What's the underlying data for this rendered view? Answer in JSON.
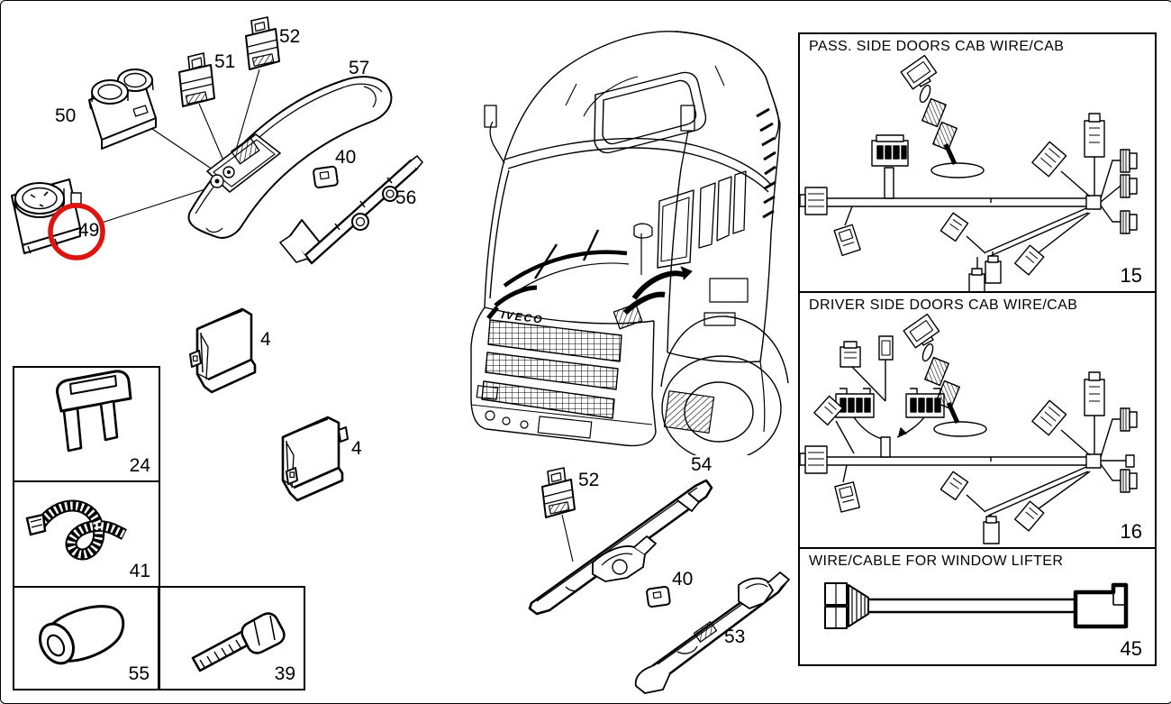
{
  "callouts": {
    "c50": "50",
    "c51": "51",
    "c52_top": "52",
    "c57": "57",
    "c40_top": "40",
    "c56": "56",
    "c49": "49",
    "relay_a": "4",
    "relay_b": "4",
    "c52_mid": "52",
    "c54": "54",
    "c40_mid": "40",
    "c53": "53"
  },
  "left_boxes": [
    {
      "number": "24",
      "item_icon": "blade-fuse"
    },
    {
      "number": "41",
      "item_icon": "corrugated-sleeve"
    },
    {
      "number": "55",
      "item_icon": "cylinder-bush"
    },
    {
      "number": "39",
      "item_icon": "hex-bolt"
    }
  ],
  "panels": [
    {
      "title": "PASS. SIDE DOORS CAB WIRE/CAB",
      "number": "15",
      "item_icon": "wiring-harness"
    },
    {
      "title": "DRIVER SIDE DOORS CAB WIRE/CAB",
      "number": "16",
      "item_icon": "wiring-harness"
    },
    {
      "title": "WIRE/CABLE FOR WINDOW LIFTER",
      "number": "45",
      "item_icon": "single-cable"
    }
  ],
  "truck": {
    "brand_text": "IVECO"
  },
  "colors": {
    "highlight_red": "#de1410",
    "line": "#000000",
    "bg": "#ffffff"
  }
}
